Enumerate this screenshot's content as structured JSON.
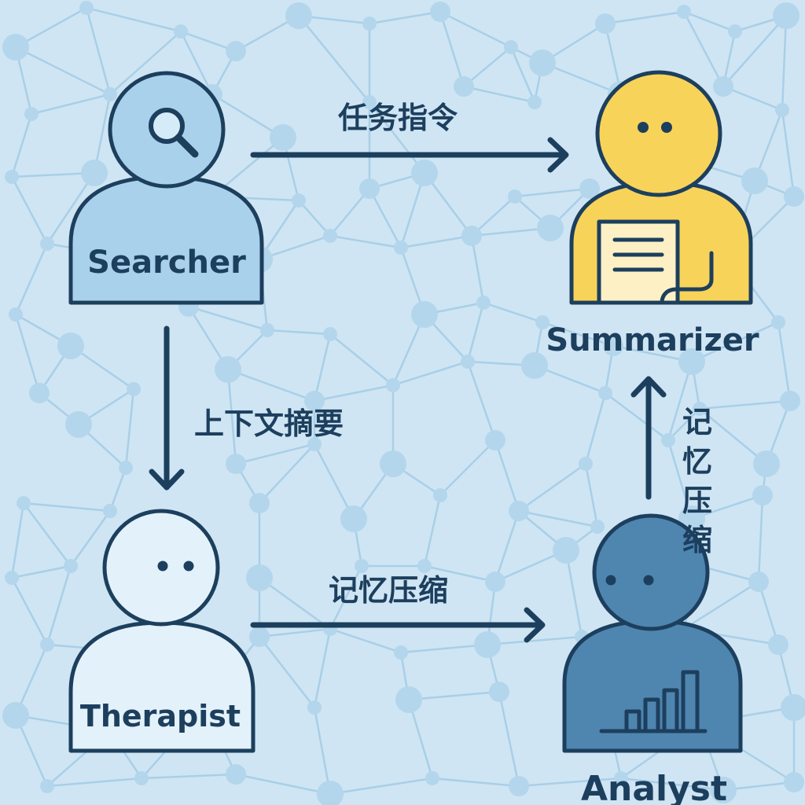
{
  "colors": {
    "background": "#cfe5f3",
    "network_line": "#a6cde6",
    "network_node": "#b0d4ea",
    "outline": "#1d3f5e",
    "searcher_fill": "#a9d1ec",
    "summarizer_fill": "#f8d35a",
    "therapist_fill": "#e3f1fa",
    "analyst_fill": "#4f86b0",
    "document_fill": "#fdf0c4"
  },
  "agents": {
    "searcher": {
      "label": "Searcher",
      "icon": "magnifier-icon"
    },
    "summarizer": {
      "label": "Summarizer",
      "icon": "document-icon"
    },
    "therapist": {
      "label": "Therapist",
      "icon": ""
    },
    "analyst": {
      "label": "Analyst",
      "icon": "bar-chart-icon"
    }
  },
  "edges": {
    "searcher_to_summarizer": {
      "label": "任务指令"
    },
    "searcher_to_therapist": {
      "label": "上下文摘要"
    },
    "therapist_to_analyst": {
      "label": "记忆压缩"
    },
    "analyst_to_summarizer": {
      "label": "记忆压缩",
      "chars": [
        "记",
        "忆",
        "压",
        "缩"
      ]
    }
  }
}
